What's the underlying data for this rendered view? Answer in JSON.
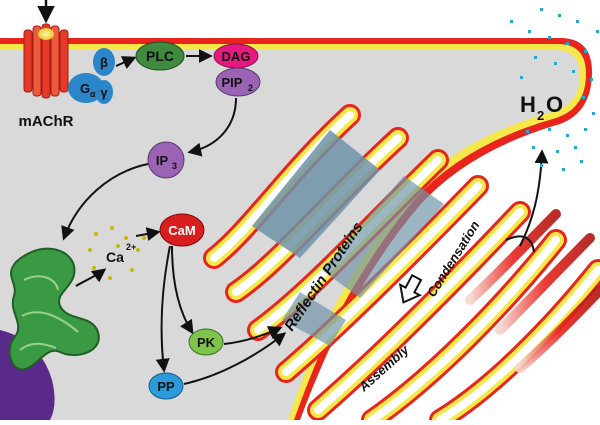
{
  "labels": {
    "receptor": "mAChR",
    "g_alpha": "G",
    "g_alpha_sub": "α",
    "g_beta": "β",
    "g_gamma": "γ",
    "plc": "PLC",
    "dag": "DAG",
    "pip": "PIP",
    "pip_sub": "2",
    "ip": "IP",
    "ip_sub": "3",
    "ca": "Ca",
    "ca_sup": "2+",
    "cam": "CaM",
    "pk": "PK",
    "pp": "PP",
    "reflectin": "Reflectin Proteins",
    "assembly": "Assembly",
    "condensation": "Condensation",
    "water_h": "H",
    "water_sub": "2",
    "water_o": "O"
  },
  "colors": {
    "cytoplasm": "#d9d9d9",
    "membrane_red": "#e8241c",
    "membrane_yellow": "#f7e84a",
    "receptor": "#e53a2a",
    "g_protein": "#2a86c8",
    "plc_green": "#3f8a3c",
    "dag_magenta": "#e5197f",
    "ip3_purple": "#9a63b3",
    "cam_red": "#d81e1e",
    "pk_green": "#7ec44a",
    "pp_blue": "#2a9ad8",
    "er_green": "#3a9a44",
    "nucleus": "#5a2a8a",
    "reflectin_band": "#6f93a8",
    "water_dots": "#2aa7cf"
  }
}
